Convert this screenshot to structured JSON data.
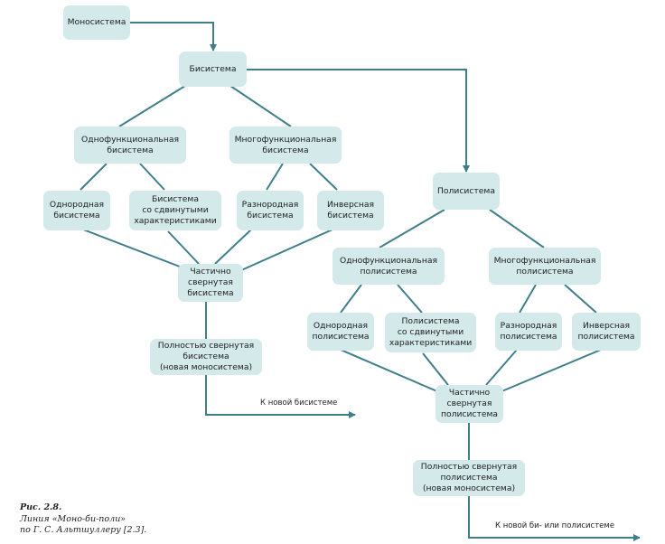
{
  "nodes": {
    "mono": "Моносистема",
    "bi": "Бисистема",
    "bi_single": "Однофункциональная\nбисистема",
    "bi_multi": "Многофункциональная\nбисистема",
    "bi_homo": "Однородная\nбисистема",
    "bi_shifted": "Бисистема\nсо сдвинутыми\nхарактеристиками",
    "bi_hetero": "Разнородная\nбисистема",
    "bi_inverse": "Инверсная\nбисистема",
    "bi_partial": "Частично\nсвернутая\nбисистема",
    "bi_full": "Полностью свернутая\nбисистема\n(новая моносистема)",
    "poly": "Полисистема",
    "poly_single": "Однофункциональная\nполисистема",
    "poly_multi": "Многофункциональная\nполисистема",
    "poly_homo": "Однородная\nполисистема",
    "poly_shifted": "Полисистема\nсо сдвинутыми\nхарактеристиками",
    "poly_hetero": "Разнородная\nполисистема",
    "poly_inverse": "Инверсная\nполисистема",
    "poly_partial": "Частично\nсвернутая\nполисистема",
    "poly_full": "Полностью свернутая\nполисистема\n(новая моносистема)"
  },
  "notes": {
    "to_new_bi": "К новой бисистеме",
    "to_new_bi_or_poly": "К новой би- или полисистеме"
  },
  "caption": {
    "title": "Рис. 2.8.",
    "line1": "Линия «Моно-би-поли»",
    "line2": "по Г. С. Альтшуллеру [2.3]."
  },
  "colors": {
    "node_fill": "#d3e9ea",
    "line": "#3f7f8c"
  }
}
